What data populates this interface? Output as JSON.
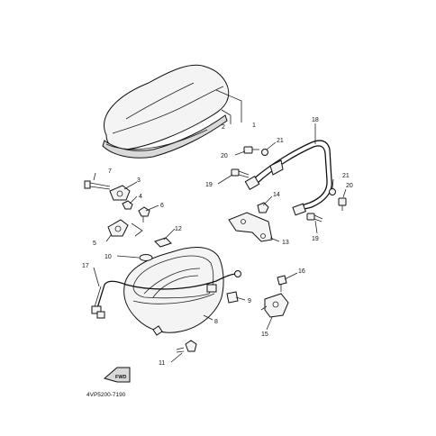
{
  "diagram": {
    "part_numbers": [
      "1",
      "2",
      "3",
      "4",
      "5",
      "6",
      "7",
      "8",
      "9",
      "10",
      "11",
      "12",
      "13",
      "14",
      "15",
      "16",
      "17",
      "18",
      "19",
      "20",
      "21",
      "21",
      "19",
      "20"
    ],
    "drawing_code": "4VP5200-7190",
    "front_marker": "FWD"
  }
}
